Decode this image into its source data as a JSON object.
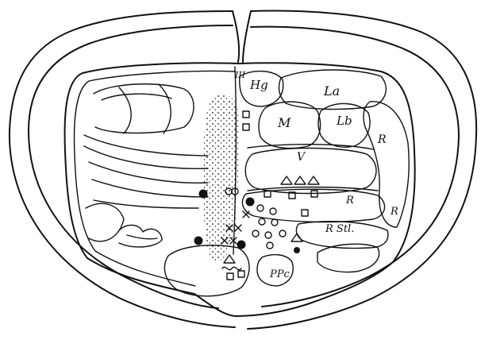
{
  "figure": {
    "labels": {
      "hg": "Hg",
      "la": "La",
      "m": "M",
      "lb": "Lb",
      "r_upper": "R",
      "v": "V",
      "r_mid": "R",
      "r_right": "R",
      "r_stl": "R Stl.",
      "ppc": "PPc",
      "roman_iii": "III"
    },
    "symbols": {
      "filled_circle": "filled circle",
      "open_circle": "open circle",
      "open_square": "open square",
      "open_triangle": "open triangle",
      "cross": "x",
      "infinity": "∞"
    },
    "colors": {
      "ink": "#111111",
      "paper": "#ffffff"
    }
  }
}
